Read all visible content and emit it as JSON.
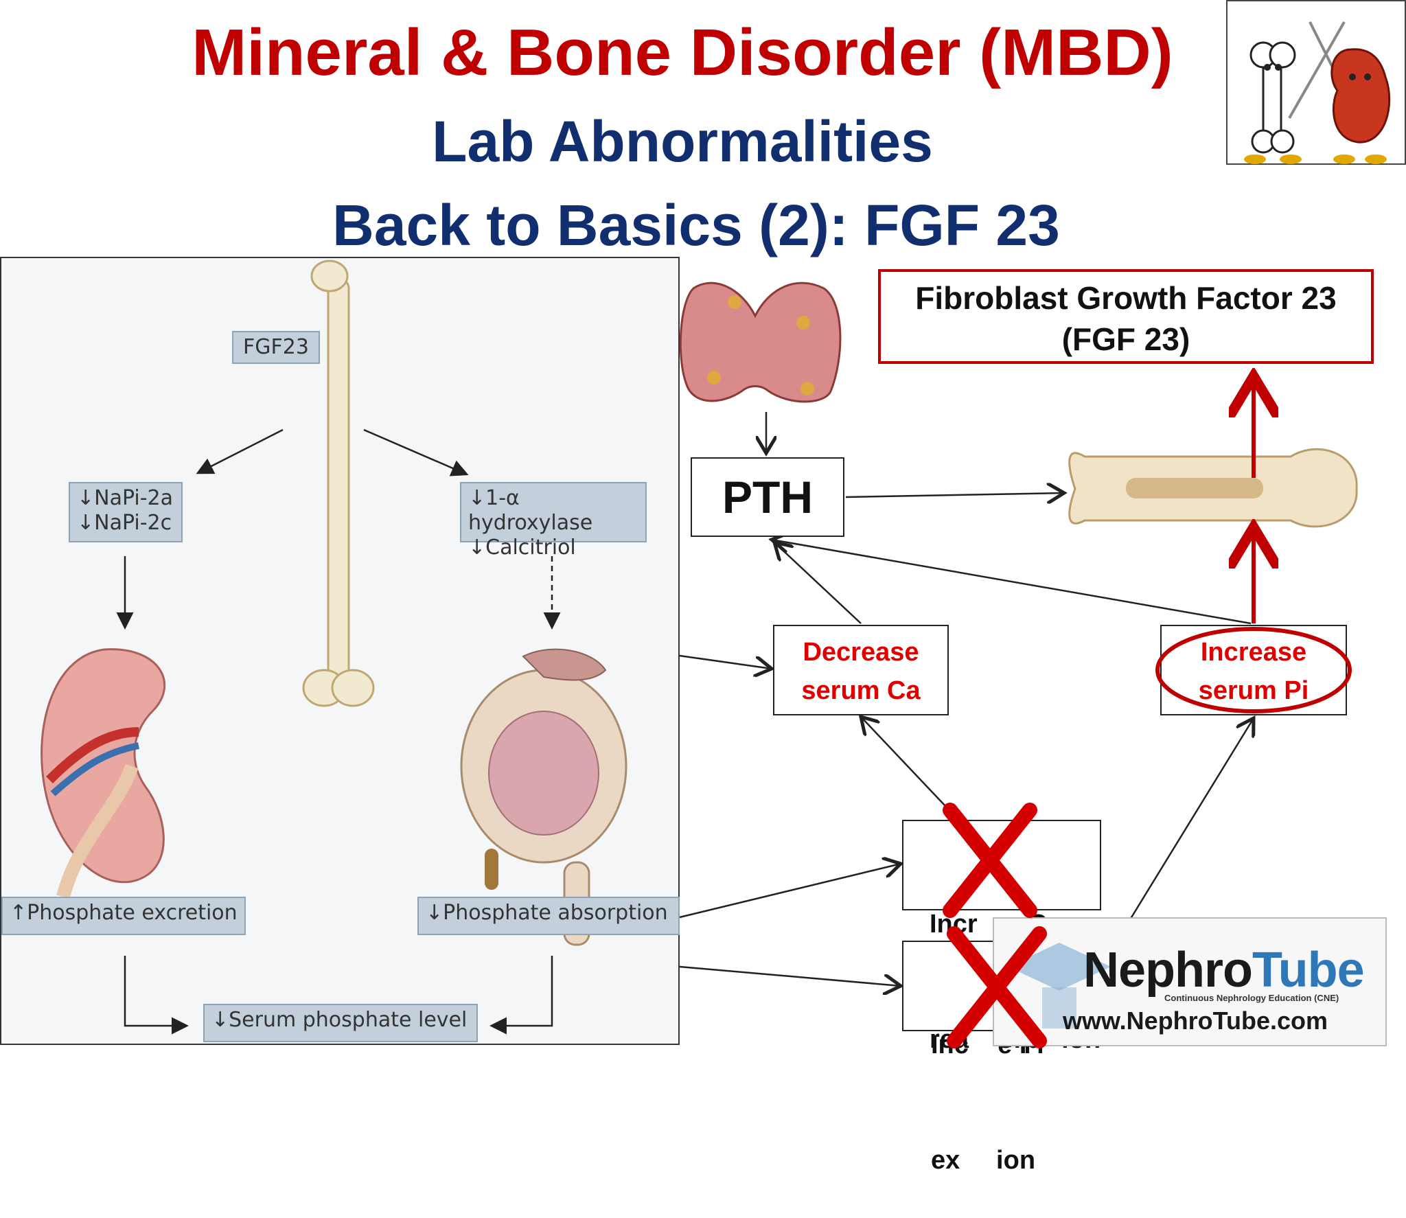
{
  "title": {
    "main": "Mineral & Bone Disorder (MBD)",
    "sub1": "Lab Abnormalities",
    "sub2": "Back to Basics (2): FGF 23"
  },
  "left_panel": {
    "fgf23_label": "FGF23",
    "napi_line1": "↓NaPi-2a",
    "napi_line2": "↓NaPi-2c",
    "hydroxylase_line1": "↓1-α hydroxylase",
    "hydroxylase_line2": "↓Calcitriol",
    "phosphate_excretion": "↑Phosphate excretion",
    "phosphate_absorption": "↓Phosphate absorption",
    "serum_phosphate": "↓Serum phosphate level"
  },
  "right_diagram": {
    "pth": "PTH",
    "fgf_line1": "Fibroblast Growth Factor 23",
    "fgf_line2": "(FGF 23)",
    "decrease_ca_line1": "Decrease",
    "decrease_ca_line2": "serum Ca",
    "increase_pi_line1": "Increase",
    "increase_pi_line2": "serum Pi",
    "ca_reabsorption_line1": "Incr    e Ca",
    "ca_reabsorption_line2": "rea    orp   ion",
    "pi_excretion_line1": "Inc    e Pi",
    "pi_excretion_line2": "ex     ion"
  },
  "logo": {
    "name_part1": "Nephro",
    "name_part2": "Tube",
    "tagline": "Continuous Nephrology Education (CNE)",
    "url": "www.NephroTube.com"
  },
  "colors": {
    "title_red": "#c00000",
    "title_navy": "#112f6e",
    "emphasis_red": "#e00000",
    "logo_blue": "#2f78b8"
  }
}
